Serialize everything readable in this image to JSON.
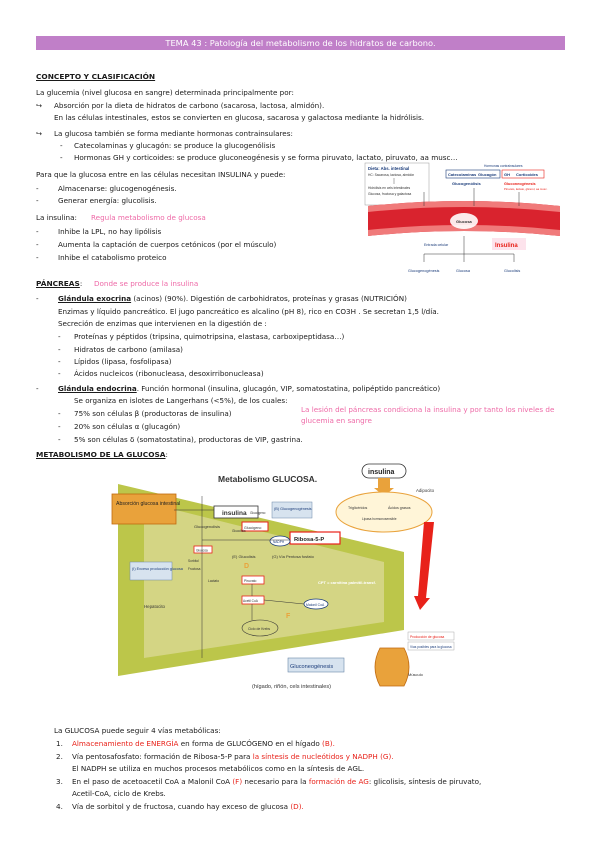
{
  "title": "TEMA 43 : Patología del metabolismo de los hidratos de carbono.",
  "concepto": {
    "heading": "CONCEPTO Y CLASIFICACIÓN",
    "intro": "La glucemia (nivel glucosa en sangre) determinada principalmente por:",
    "bullet1_sym": "↪",
    "bullet1": "Absorción por la dieta de hidratos de carbono (sacarosa, lactosa, almidón).",
    "bullet1_cont": "En las células intestinales, estos se convierten en glucosa, sacarosa y galactosa mediante la hidrólisis.",
    "bullet2_sym": "↪",
    "bullet2": "La glucosa también se forma mediante hormonas contrainsulares:",
    "sub1": "Catecolaminas y glucagón: se produce la glucogenólisis",
    "sub2": "Hormonas GH y corticoides: se produce gluconeogénesis y se forma piruvato, lactato, piruvato, aa musc…",
    "para": "Para que la glucosa entre en las células necesitan INSULINA y puede:",
    "p1": "Almacenarse: glucogenogénesis.",
    "p2": "Generar energía: glucolisis.",
    "insulina_label": "La insulina:",
    "insulina_note": "Regula metabolismo de glucosa",
    "i1": "Inhibe la LPL, no hay lipólisis",
    "i2": "Aumenta la captación de cuerpos cetónicos (por el músculo)",
    "i3": "Inhibe el catabolismo proteico"
  },
  "pancreas": {
    "heading": "PÁNCREAS",
    "colon": ":",
    "note": "Donde se produce la insulina",
    "exo_title": "Glándula exocrina",
    "exo_text": " (acinos) (90%). Digestión de carbohidratos, proteínas y grasas (NUTRICIÓN)",
    "exo_l2": "Enzimas y líquido pancreático. El jugo pancreático es alcalino (pH 8), rico en CO3H . Se secretan 1,5 l/día.",
    "exo_l3": "Secreción de enzimas que intervienen en la digestión de :",
    "e1": "Proteínas y péptidos (tripsina, quimotripsina, elastasa, carboxipeptidasa…)",
    "e2": "Hidratos de carbono (amilasa)",
    "e3": "Lípidos (lipasa, fosfolipasa)",
    "e4": "Ácidos nucleicos (ribonucleasa, desoxirribonucleasa)",
    "endo_title": "Glándula endocrina",
    "endo_text": ". Función hormonal (insulina, glucagón, VIP, somatostatina, polipéptido pancreático)",
    "endo_l2": "Se organiza en islotes de Langerhans (<5%), de los cuales:",
    "c1": "75% son células β (productoras de insulina)",
    "c2": "20% son células α (glucagón)",
    "c3": "5% son células δ (somatostatina), productoras de VIP, gastrina.",
    "side_note_l1": "La lesión del páncreas condiciona la insulina y por tanto los niveles de",
    "side_note_l2": "glucemia en sangre"
  },
  "metabolismo": {
    "heading": "METABOLISMO DE LA GLUCOSA",
    "colon": ":",
    "intro": "La GLUCOSA puede seguir 4 vías metabólicas:",
    "v1_num": "1.",
    "v1_a": "Almacenamiento de ENERGÍA",
    "v1_b": " en forma de GLUCÓGENO en el hígado ",
    "v1_c": "(B).",
    "v2_num": "2.",
    "v2_a": "Vía pentosafosfato: formación de Ribosa-5-P para ",
    "v2_b": "la síntesis de nucleótidos y NADPH (G).",
    "v2_l2": "El NADPH se utiliza en muchos procesos metabólicos como en la síntesis de AGL.",
    "v3_num": "3.",
    "v3_a": "En el paso de acetoacetil CoA a Malonil CoA ",
    "v3_b": "(F)",
    "v3_c": " necesario para la ",
    "v3_d": "formación de AG",
    "v3_e": ": glicolisis, síntesis de piruvato,",
    "v3_l2": "Acetil-CoA, ciclo de Krebs.",
    "v4_num": "4.",
    "v4_a": "Vía de sorbitol y de fructosa, cuando hay exceso de glucosa ",
    "v4_b": "(D)."
  },
  "fig1": {
    "dieta": "Dieta: Abs. intestinal",
    "dieta_l1": "HC: Sacarosa, lactosa, almidón",
    "dieta_l2": "Hidrólisis en cels intestinales",
    "dieta_l3": "Glucosa, fructosa y galactosa",
    "hormonas": "Hormonas contrainsulares",
    "catecol": "Catecolaminas",
    "glucagon": "Glucagón",
    "gh": "GH",
    "cortic": "Corticoides",
    "glucogenolisis": "Glucogenólisis",
    "gluconeo": "Gluconeogénesis",
    "gluconeo_sub": "Piruvato, lactato, glicerol, aa musc.",
    "glucosa": "Glucosa",
    "entrada": "Entrada celular",
    "insulina": "Insulina",
    "out1": "Glucogenogénesis",
    "out2": "Glucosa",
    "out3": "Glucolisis"
  },
  "fig2": {
    "title": "Metabolismo GLUCOSA.",
    "insulina_top": "insulina",
    "adipocito": "Adipocito",
    "absorcion": "Absorción glucosa intestinal",
    "insulina_box": "insulina",
    "b_glucogeno": "(B) Glucogenogénesis",
    "glucogenolisis": "Glucogenolisis",
    "glucogeno": "Glucógeno",
    "ribosa": "Ribosa-5-P",
    "vpentosa": "(G) Vía Pentosa fosfato",
    "glucolisis": "(E) Glucolisis",
    "exceso": "(I) Exceso producción glucosa",
    "hepatocito": "Hepatocito",
    "cpt": "CPT = carnitina palmitil-transf.",
    "d_label": "D",
    "f_label": "F",
    "gluconeo": "Gluconeogénesis",
    "gluconeo_sub": "(hígado, riñón, cels intestinales)",
    "musculo": "Músculo",
    "leyenda1": "Producción de glucosa",
    "leyenda2": "Vías posibles para la glucosa",
    "trigliceridos": "Triglicéridos",
    "acidos": "Ácidos grasos",
    "lipasa": "Lipasa hormonosensible",
    "glucosa_m": "Glucosa",
    "glucogeno_m": "Glucógeno",
    "glucolisis_m": "Glucolisis",
    "piruvato": "Piruvato",
    "lactato": "Lactato",
    "acetilcoa": "Acetil CoA",
    "ciclo": "Ciclo de Krebs",
    "malonil": "Malonil CoA",
    "nadph": "NADPH",
    "sorbitol": "Sorbitol",
    "fructosa": "Fructosa"
  },
  "colors": {
    "banner": "#c07fc8",
    "pink": "#ee6aa7",
    "red": "#e8221a",
    "diagram_green": "#bcc64a",
    "diagram_orange": "#e9a23b"
  }
}
